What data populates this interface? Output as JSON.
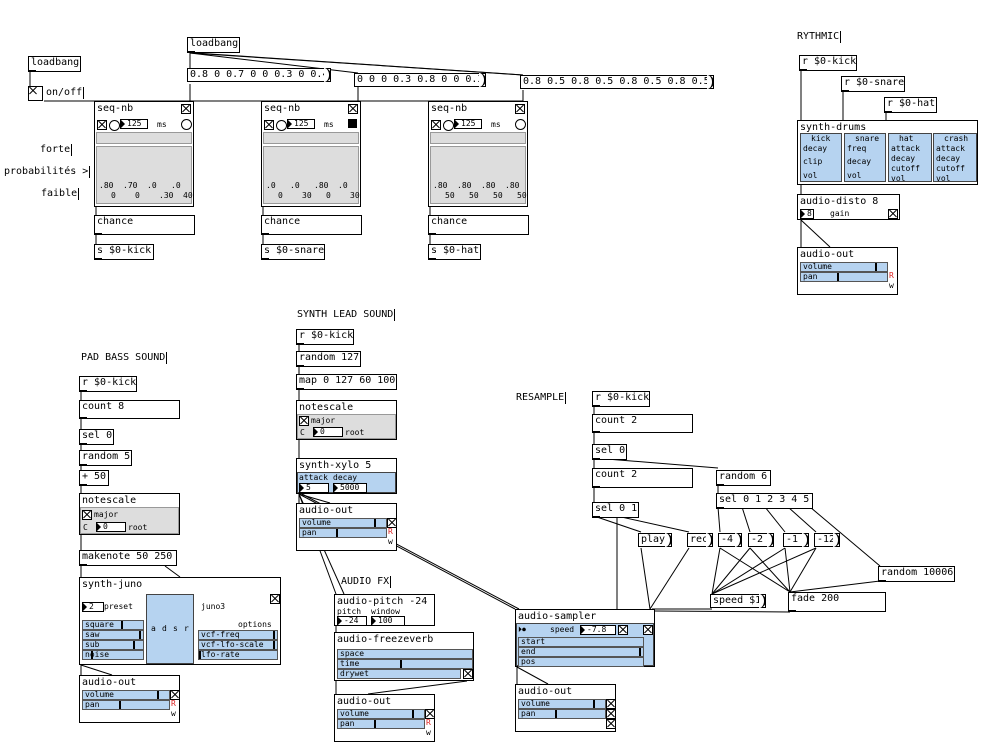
{
  "labels": {
    "rythmic": "RYTHMIC",
    "synth_lead": "SYNTH LEAD SOUND",
    "pad_bass": "PAD BASS SOUND",
    "resample": "RESAMPLE",
    "audio_fx": "AUDIO FX",
    "forte": "forte",
    "probabilites": "probabilités >",
    "faible": "faible",
    "onoff": "on/off"
  },
  "sequencer": {
    "loadbang_top": "loadbang",
    "loadbang_left": "loadbang",
    "msg_kick": "0.8 0 0.7 0 0 0.3 0 0.4",
    "msg_snare": "0 0 0 0.3 0.8 0 0 0.3",
    "msg_hat": "0.8 0.5 0.8 0.5 0.8 0.5 0.8 0.5",
    "seq_title": "seq-nb",
    "tempo": "125",
    "unit": "ms",
    "chance": "chance",
    "send_kick": "s $0-kick",
    "send_snare": "s $0-snare",
    "send_hat": "s $0-hat",
    "kick_values": [
      ".80",
      "0",
      ".70",
      "0",
      ".0",
      ".30",
      ".0",
      "40"
    ],
    "snare_values": [
      ".0",
      "0",
      ".0",
      "30",
      ".80",
      "0",
      ".0",
      "30"
    ],
    "hat_values": [
      ".80",
      "50",
      ".80",
      "50",
      ".80",
      "50",
      ".80",
      "50"
    ]
  },
  "rythmic": {
    "r_kick": "r $0-kick",
    "r_snare": "r $0-snare",
    "r_hat": "r $0-hat",
    "synth_drums": "synth-drums",
    "cols": [
      {
        "head": "kick",
        "rows": [
          "decay",
          "clip",
          "vol"
        ]
      },
      {
        "head": "snare",
        "rows": [
          "freq",
          "decay",
          "vol"
        ]
      },
      {
        "head": "hat",
        "rows": [
          "attack",
          "decay",
          "cutoff",
          "vol"
        ]
      },
      {
        "head": "crash",
        "rows": [
          "attack",
          "decay",
          "cutoff",
          "vol"
        ]
      }
    ],
    "disto": "audio-disto 8",
    "disto_val": "8",
    "gain": "gain",
    "audio_out": "audio-out",
    "volume": "volume",
    "pan": "pan"
  },
  "lead": {
    "r_kick": "r $0-kick",
    "random": "random 127",
    "map": "map 0 127 60 100",
    "notescale": "notescale",
    "major": "major",
    "c": "C",
    "root_val": "0",
    "root": "root",
    "xylo": "synth-xylo 5 5000",
    "attack": "attack",
    "decay": "decay",
    "attack_val": "5",
    "decay_val": "5000",
    "audio_out": "audio-out",
    "volume": "volume",
    "pan": "pan"
  },
  "pad": {
    "r_kick": "r $0-kick",
    "count": "count 8",
    "sel": "sel 0",
    "random": "random 5",
    "plus": "+ 50",
    "notescale": "notescale",
    "major": "major",
    "c": "C",
    "root_val": "0",
    "root": "root",
    "makenote": "makenote 50 250",
    "juno": "synth-juno",
    "preset_val": "2",
    "preset": "preset",
    "juno3": "juno3",
    "options": "options",
    "waves": [
      "square",
      "saw",
      "sub",
      "noise"
    ],
    "adsr": [
      "a",
      "d",
      "s",
      "r"
    ],
    "mods": [
      "vcf-freq",
      "vcf-lfo-scale",
      "lfo-rate"
    ],
    "audio_out": "audio-out",
    "volume": "volume",
    "pan": "pan"
  },
  "fx": {
    "pitch": "audio-pitch -24",
    "pitch_l": "pitch",
    "window_l": "window",
    "pitch_val": "-24",
    "window_val": "100",
    "freeze": "audio-freezeverb",
    "space": "space",
    "time": "time",
    "drywet": "drywet",
    "audio_out": "audio-out",
    "volume": "volume",
    "pan": "pan"
  },
  "resample": {
    "r_kick": "r $0-kick",
    "count2a": "count 2",
    "sel0": "sel 0",
    "count2b": "count 2",
    "sel01": "sel 0 1",
    "random6": "random 6",
    "sel012345": "sel 0 1 2 3 4 5",
    "play": "play",
    "rec": "rec",
    "m4": "-4",
    "m2": "-2",
    "m1": "-1",
    "m12": "-12",
    "random10006": "random 10006",
    "speed": "speed $1",
    "fade": "fade 200",
    "sampler": "audio-sampler",
    "speed_l": "speed",
    "speed_val": "-7.8",
    "start": "start",
    "end": "end",
    "pos": "pos",
    "audio_out": "audio-out",
    "volume": "volume",
    "pan": "pan"
  },
  "icons": {
    "out_r": "R",
    "out_w": "w"
  }
}
